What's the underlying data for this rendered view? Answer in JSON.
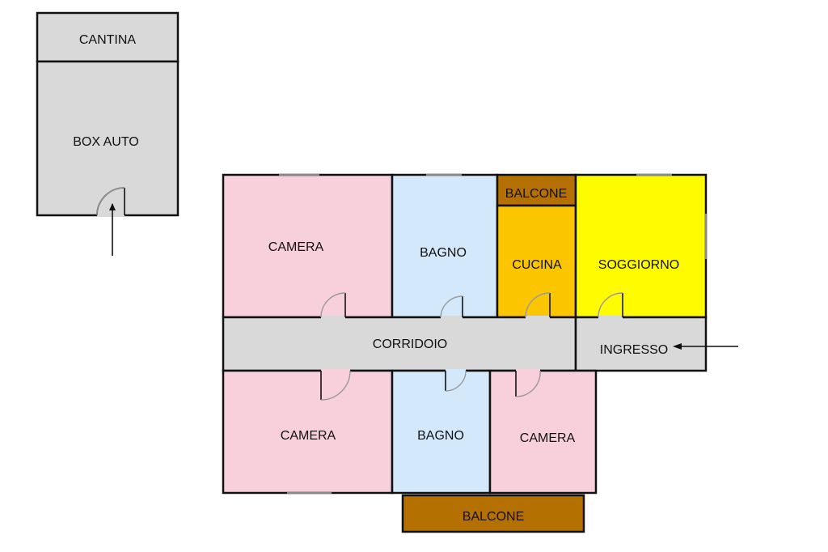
{
  "rooms": {
    "cantina": "CANTINA",
    "box_auto": "BOX AUTO",
    "camera_top_left": "CAMERA",
    "bagno_top": "BAGNO",
    "balcone_top": "BALCONE",
    "cucina": "CUCINA",
    "soggiorno": "SOGGIORNO",
    "corridoio": "CORRIDOIO",
    "ingresso": "INGRESSO",
    "camera_bottom_left": "CAMERA",
    "bagno_bottom": "BAGNO",
    "camera_bottom_right": "CAMERA",
    "balcone_bottom": "BALCONE"
  },
  "colors": {
    "camera": "#f8d0dc",
    "bagno": "#d4e8fb",
    "cucina": "#fbc500",
    "soggiorno": "#fffb00",
    "balcone": "#b47000",
    "service": "#d9d9d9",
    "wall": "#111111",
    "door_arc": "#9a9a9a"
  },
  "icons": {
    "entrance_arrow": "arrow-left-icon",
    "garage_arrow": "arrow-up-icon"
  }
}
